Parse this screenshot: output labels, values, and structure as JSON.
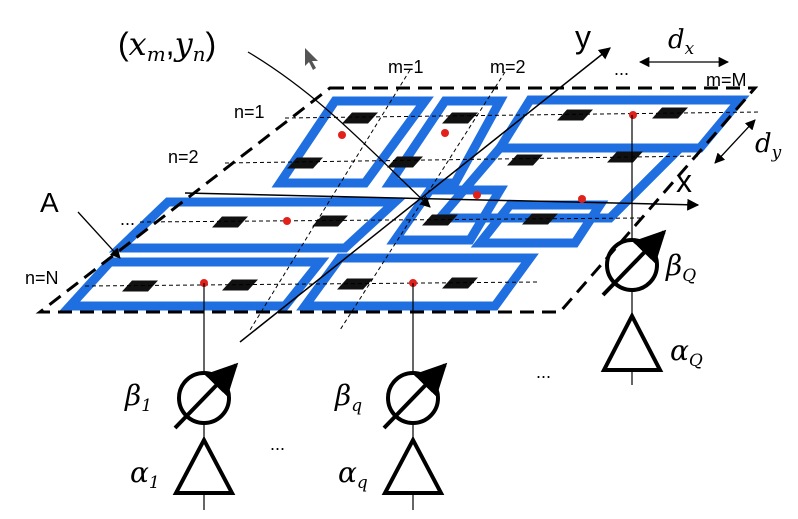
{
  "colors": {
    "element": "#1f6fe0",
    "patch": "#111111",
    "feed": "#e3211b",
    "line": "#000000"
  },
  "labels": {
    "coord_x": "x",
    "coord_sub_m": "m",
    "coord_y": "y",
    "coord_sub_n": "n",
    "axis_x": "x",
    "axis_y": "y",
    "d_x": "d",
    "d_x_sub": "x",
    "d_y": "d",
    "d_y_sub": "y",
    "col_1": "m=1",
    "col_2": "m=2",
    "col_ell": "...",
    "col_M": "m=M",
    "row_1": "n=1",
    "row_2": "n=2",
    "row_ell": "...",
    "row_N": "n=N",
    "region": "A",
    "ell_mid_bottom": "...",
    "ell_right_bottom": "..."
  },
  "chains": [
    {
      "beta": "β",
      "beta_sub": "1",
      "alpha": "α",
      "alpha_sub": "1"
    },
    {
      "beta": "β",
      "beta_sub": "q",
      "alpha": "α",
      "alpha_sub": "q"
    },
    {
      "beta": "β",
      "beta_sub": "Q",
      "alpha": "α",
      "alpha_sub": "Q"
    }
  ],
  "icons": [
    "cursor-arrow-icon",
    "phase-shifter-icon",
    "amplifier-triangle-icon"
  ]
}
